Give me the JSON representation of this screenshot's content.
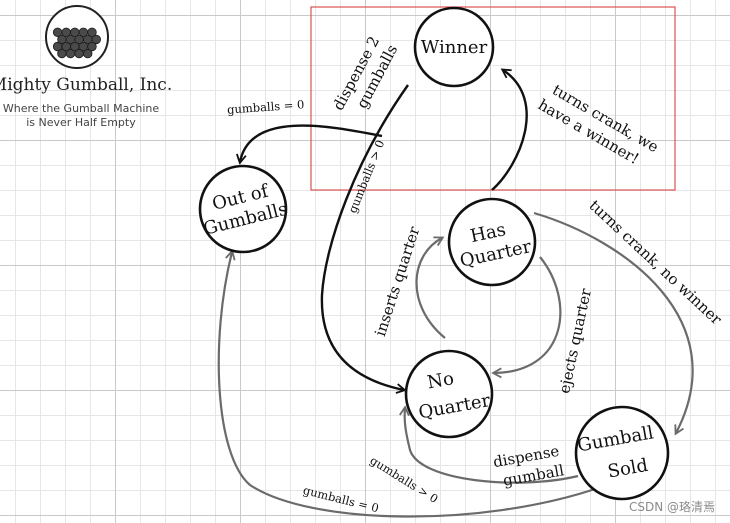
{
  "logo": {
    "name": "Mighty Gumball, Inc.",
    "tagline_line1": "Where the Gumball Machine",
    "tagline_line2": "is Never Half Empty"
  },
  "states": {
    "winner": "Winner",
    "out_of_gumballs_line1": "Out of",
    "out_of_gumballs_line2": "Gumballs",
    "has_quarter_line1": "Has",
    "has_quarter_line2": "Quarter",
    "no_quarter_line1": "No",
    "no_quarter_line2": "Quarter",
    "gumball_sold_line1": "Gumball",
    "gumball_sold_line2": "Sold"
  },
  "transitions": {
    "dispense_2_line1": "dispense 2",
    "dispense_2_line2": "gumballs",
    "gumballs_eq_0_top": "gumballs = 0",
    "gumballs_gt_0_winner": "gumballs > 0",
    "turns_crank_win_line1": "turns crank, we",
    "turns_crank_win_line2": "have a winner!",
    "inserts_quarter": "inserts quarter",
    "ejects_quarter": "ejects quarter",
    "turns_crank_no_winner": "turns crank, no winner",
    "dispense_gumball_line1": "dispense",
    "dispense_gumball_line2": "gumball",
    "gumballs_gt_0_sold": "gumballs > 0",
    "gumballs_eq_0_bottom": "gumballs = 0"
  },
  "colors": {
    "highlight_box": "#d9534f",
    "black_flow": "#111111",
    "gray_flow": "#6b6b6b"
  },
  "watermark": "CSDN @珞清焉"
}
